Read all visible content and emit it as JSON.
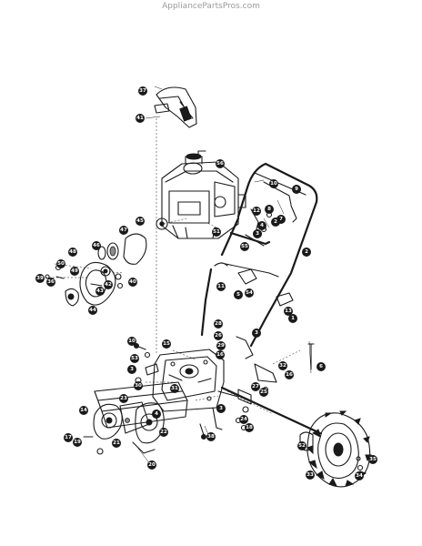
{
  "watermark": "AppliancePartsPros.com",
  "callouts": [
    "37",
    "41",
    "56",
    "10",
    "9",
    "12",
    "8",
    "7",
    "2",
    "4",
    "3",
    "51",
    "55",
    "45",
    "47",
    "46",
    "48",
    "50",
    "49",
    "40",
    "39",
    "36",
    "42",
    "43",
    "44",
    "2",
    "11",
    "54",
    "5",
    "1",
    "13",
    "28",
    "26",
    "29",
    "16",
    "3",
    "6",
    "10",
    "53",
    "15",
    "3",
    "30",
    "31",
    "32",
    "16",
    "27",
    "25",
    "23",
    "3",
    "14",
    "4",
    "22",
    "21",
    "17",
    "19",
    "20",
    "38",
    "24",
    "18",
    "34",
    "33",
    "52",
    "35"
  ]
}
